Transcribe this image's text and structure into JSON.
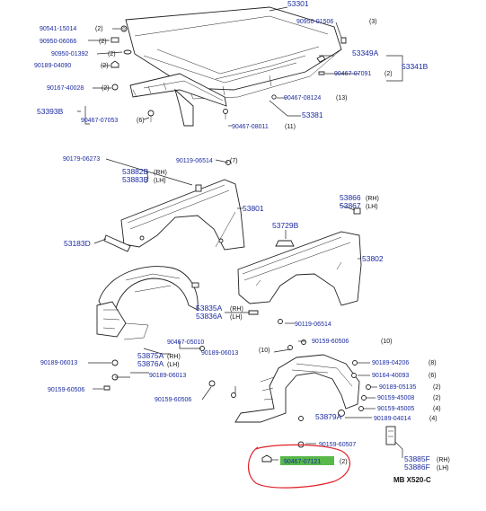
{
  "diagram": {
    "footer_code": "MB X520-C",
    "colors": {
      "label": "#1a2a9e",
      "highlight_bg": "#58b84a",
      "highlight_text": "#2a3a9e",
      "circle": "#e0202a"
    },
    "highlighted_part": "90467-07121",
    "labels": {
      "p53301": "53301",
      "p90541": "90541-15014",
      "q90541": "(2)",
      "p90950a": "90950-06066",
      "q90950a": "(2)",
      "p90950b": "90950-01392",
      "q90950b": "(2)",
      "p90189a": "90189-04090",
      "q90189a": "(2)",
      "p90167": "90167-40028",
      "q90167": "(2)",
      "p53393": "53393B",
      "p90467a": "90467-07053",
      "q90467a": "(6)",
      "p90950c": "90950-01506",
      "q90950c": "(3)",
      "p53349": "53349A",
      "p90467b": "90467-07091",
      "q90467b": "(2)",
      "p53341": "53341B",
      "p90467c": "90467-08124",
      "q90467c": "(13)",
      "p53381": "53381",
      "p90467d": "90467-08011",
      "q90467d": "(11)",
      "p90179": "90179-06273",
      "p53882": "53882B",
      "p53883": "53883B",
      "q53882": "(RH)",
      "q53883": "(LH)",
      "p90119a": "90119-06514",
      "q90119a": "(7)",
      "p53801": "53801",
      "p53866": "53866",
      "p53867": "53867",
      "q53866": "(RH)",
      "q53867": "(LH)",
      "p53183": "53183D",
      "p53729": "53729B",
      "p53802": "53802",
      "p53835": "53835A",
      "p53836": "53836A",
      "q53835": "(RH)",
      "q53836": "(LH)",
      "p90119b": "90119-06514",
      "p90467e": "90467-05010",
      "p90189b": "90189-06013",
      "p90189c": "90189-06013",
      "p53875": "53875A",
      "p53876": "53876A",
      "q53875": "(RH)",
      "q53876": "(LH)",
      "p90189d": "90189-06013",
      "p90159a": "90159-60506",
      "p90159b": "90159-60506",
      "q90159b": "(10)",
      "q90189e": "(10)",
      "p90189f": "90189-04206",
      "q90189f": "(8)",
      "p90164": "90164-40093",
      "q90164": "(6)",
      "p90189g": "90189-05135",
      "q90189g": "(2)",
      "p90159c": "90159-60506",
      "p90159d": "90159-45008",
      "q90159d": "(2)",
      "p90159e": "90159-45005",
      "q90159e": "(4)",
      "p90189h": "90189-04014",
      "q90189h": "(4)",
      "p53879": "53879A",
      "p90159f": "90159-60507",
      "q90467f": "(2)",
      "p53885": "53885F",
      "p53886": "53886F",
      "q53885": "(RH)",
      "q53886": "(LH)"
    }
  }
}
